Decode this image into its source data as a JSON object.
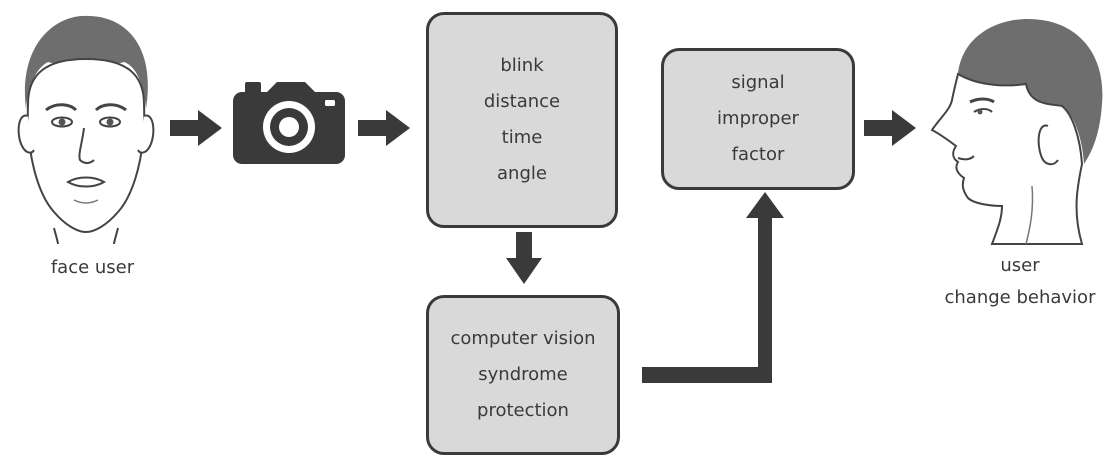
{
  "face_user_label": "face user",
  "user_label": {
    "line1": "user",
    "line2": "change behavior"
  },
  "metrics_box": {
    "items": [
      "blink",
      "distance",
      "time",
      "angle"
    ]
  },
  "signal_box": {
    "items": [
      "signal",
      "improper",
      "factor"
    ]
  },
  "cvs_box": {
    "items": [
      "computer vision",
      "syndrome",
      "protection"
    ]
  },
  "colors": {
    "box_fill": "#d9d9d9",
    "box_border": "#3a3a3a",
    "arrow": "#3a3a3a",
    "text": "#3a3a3a"
  },
  "icons": [
    "face-front-illustration",
    "camera-icon",
    "face-profile-illustration"
  ]
}
